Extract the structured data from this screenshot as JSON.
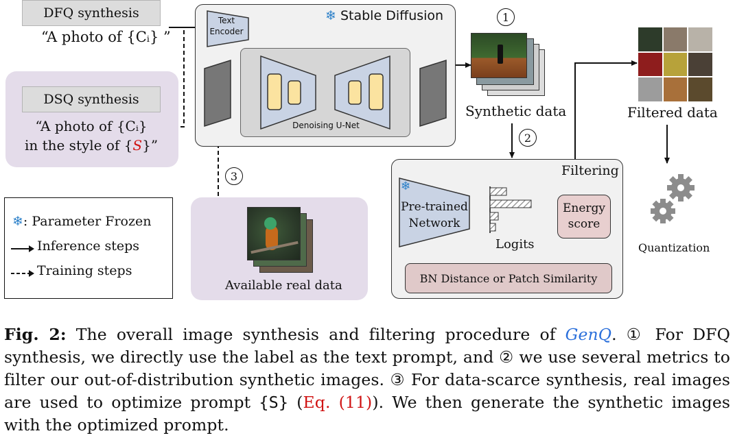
{
  "figure": {
    "dfq_box_label": "DFQ synthesis",
    "dfq_prompt": "“A photo of {Cᵢ} ”",
    "dsq_box_label": "DSQ synthesis",
    "dsq_prompt_line1": "“A photo of {Cᵢ}",
    "dsq_prompt_line2_pre": "in the style of {",
    "dsq_prompt_line2_var": "S",
    "dsq_prompt_line2_post": "}”",
    "text_encoder_label": "Text Encoder",
    "stable_diffusion_label": "Stable Diffusion",
    "unet_label": "Denoising U-Net",
    "step1": "1",
    "step2": "2",
    "step3": "3",
    "synthetic_data_label": "Synthetic data",
    "filtered_data_label": "Filtered data",
    "filtering_label": "Filtering",
    "pretrained_network_label": "Pre-trained Network",
    "logits_label": "Logits",
    "energy_score_label": "Energy score",
    "bn_distance_label": "BN Distance or Patch Similarity",
    "quantization_label": "Quantization",
    "available_real_data_label": "Available real data",
    "legend": {
      "frozen": ": Parameter Frozen",
      "inference": "Inference steps",
      "training": "Training steps"
    },
    "colors": {
      "frozen_icon": "#2a7fc8",
      "network_fill": "#c9d3e4",
      "unet_block_fill": "#fbe3a0",
      "energy_fill": "#e8cfcf",
      "bn_fill": "#e0c9c9",
      "purple_box": "#e4dcea",
      "grey_box": "#dcdcdc"
    }
  },
  "caption": {
    "label": "Fig. 2:",
    "part1": "The overall image synthesis and filtering procedure of",
    "method": "GenQ",
    "part2": ". ① For DFQ synthesis, we directly use the label as the text prompt, and ② we use several metrics to filter our out-of-distribution synthetic images. ③ For data-scarce synthesis, real images are used to optimize prompt",
    "prompt_token": "{S}",
    "eq_ref": "Eq. (11)",
    "part3": ". We then generate the synthetic images with the optimized prompt."
  }
}
